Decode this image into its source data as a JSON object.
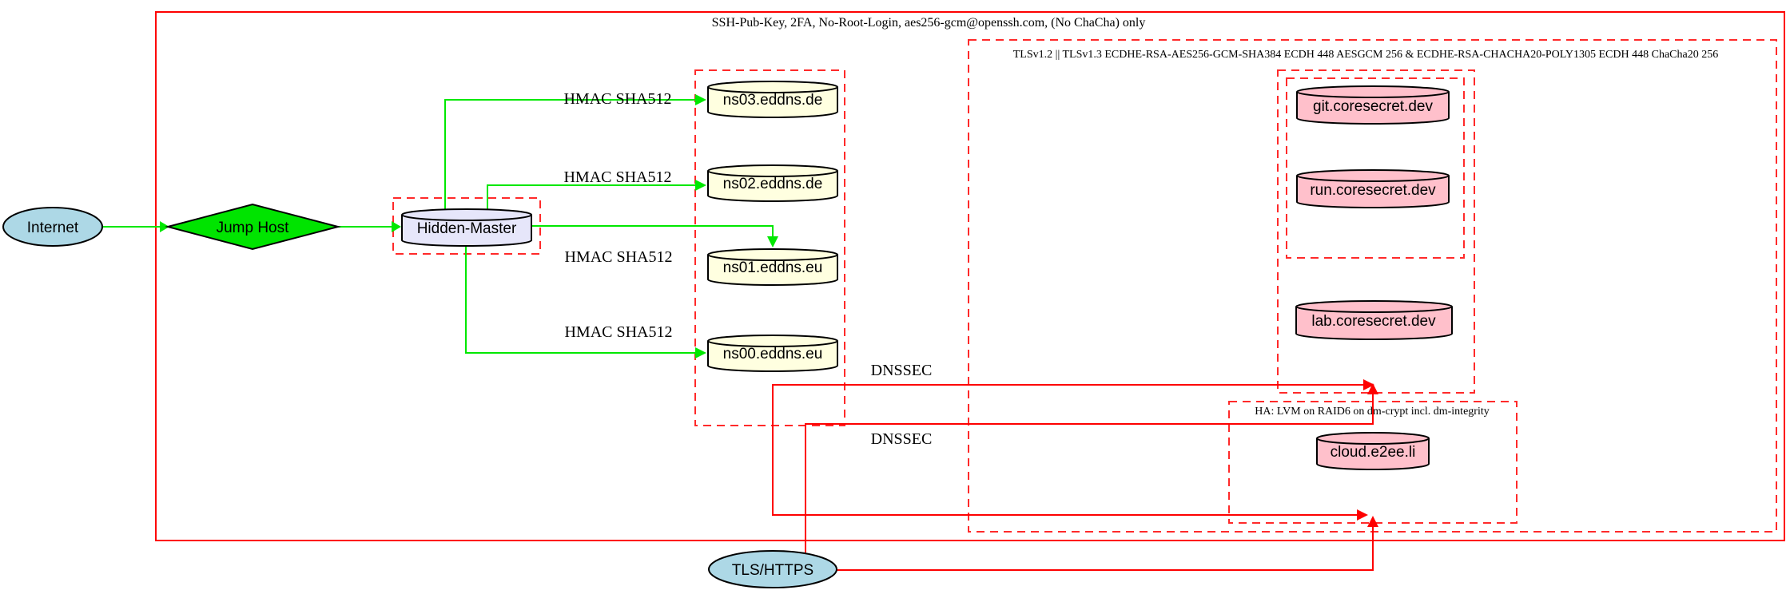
{
  "diagram": {
    "clusters": {
      "ssh": {
        "label": "SSH-Pub-Key, 2FA, No-Root-Login, aes256-gcm@openssh.com, (No ChaCha) only"
      },
      "tls": {
        "label": "TLSv1.2 || TLSv1.3 ECDHE-RSA-AES256-GCM-SHA384 ECDH 448 AESGCM 256 & ECDHE-RSA-CHACHA20-POLY1305 ECDH 448 ChaCha20 256"
      },
      "ha": {
        "label": "HA: LVM on RAID6 on dm-crypt incl. dm-integrity"
      }
    },
    "nodes": {
      "internet": {
        "label": "Internet",
        "fill": "#add8e6"
      },
      "jump_host": {
        "label": "Jump Host",
        "fill": "#00e400"
      },
      "hidden_master": {
        "label": "Hidden-Master",
        "fill": "#e6e6fa"
      },
      "ns03": {
        "label": "ns03.eddns.de",
        "fill": "#ffffe0"
      },
      "ns02": {
        "label": "ns02.eddns.de",
        "fill": "#ffffe0"
      },
      "ns01": {
        "label": "ns01.eddns.eu",
        "fill": "#ffffe0"
      },
      "ns00": {
        "label": "ns00.eddns.eu",
        "fill": "#ffffe0"
      },
      "git": {
        "label": "git.coresecret.dev",
        "fill": "#ffc0cb"
      },
      "run": {
        "label": "run.coresecret.dev",
        "fill": "#ffc0cb"
      },
      "lab": {
        "label": "lab.coresecret.dev",
        "fill": "#ffc0cb"
      },
      "cloud": {
        "label": "cloud.e2ee.li",
        "fill": "#ffc0cb"
      },
      "tls_https": {
        "label": "TLS/HTTPS",
        "fill": "#add8e6"
      }
    },
    "edges": {
      "hmac_ns03": "HMAC SHA512",
      "hmac_ns02": "HMAC SHA512",
      "hmac_ns01": "HMAC SHA512",
      "hmac_ns00": "HMAC SHA512",
      "dnssec_core": "DNSSEC",
      "dnssec_ha": "DNSSEC"
    },
    "colors": {
      "secure_edge": "#00e800",
      "insecure_edge": "#fe0000",
      "cluster_border": "#ff2a2a"
    }
  }
}
